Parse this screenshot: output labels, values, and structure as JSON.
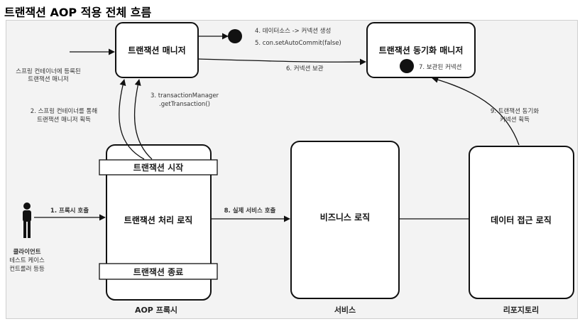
{
  "title": "트랜잭션 AOP 적용 전체 흐름",
  "nodes": {
    "tx_manager": "트랜잭션 매니저",
    "sync_manager": "트랜잭션 동기화 매니저",
    "tx_start": "트랜잭션 시작",
    "tx_logic": "트랜잭션 처리 로직",
    "tx_end": "트랜잭션 종료",
    "biz_logic": "비즈니스 로직",
    "data_access": "데이터 접근 로직"
  },
  "client": {
    "line1": "클라이언트",
    "line2": "테스트 케이스",
    "line3": "컨트롤러 등등"
  },
  "lanes": {
    "aop": "AOP 프록시",
    "service": "서비스",
    "repository": "리포지토리"
  },
  "annotations": {
    "registered_1": "스프링 컨테이너에 등록된",
    "registered_2": "트랜잭션 매니저",
    "step1": "1. 프록시 호출",
    "step2_1": "2. 스프링 컨테이너를 통해",
    "step2_2": "트랜잭션 매니저 획득",
    "step3_1": "3. transactionManager",
    "step3_2": ".getTransaction()",
    "step4": "4. 데이터소스 -> 커넥션 생성",
    "step5": "5. con.setAutoCommit(false)",
    "step6": "6. 커넥션 보관",
    "step7": "7. 보관된 커넥션",
    "step8": "8. 실제 서비스 호출",
    "step9_1": "9. 트랜잭션 동기화",
    "step9_2": "커넥션 획득"
  }
}
